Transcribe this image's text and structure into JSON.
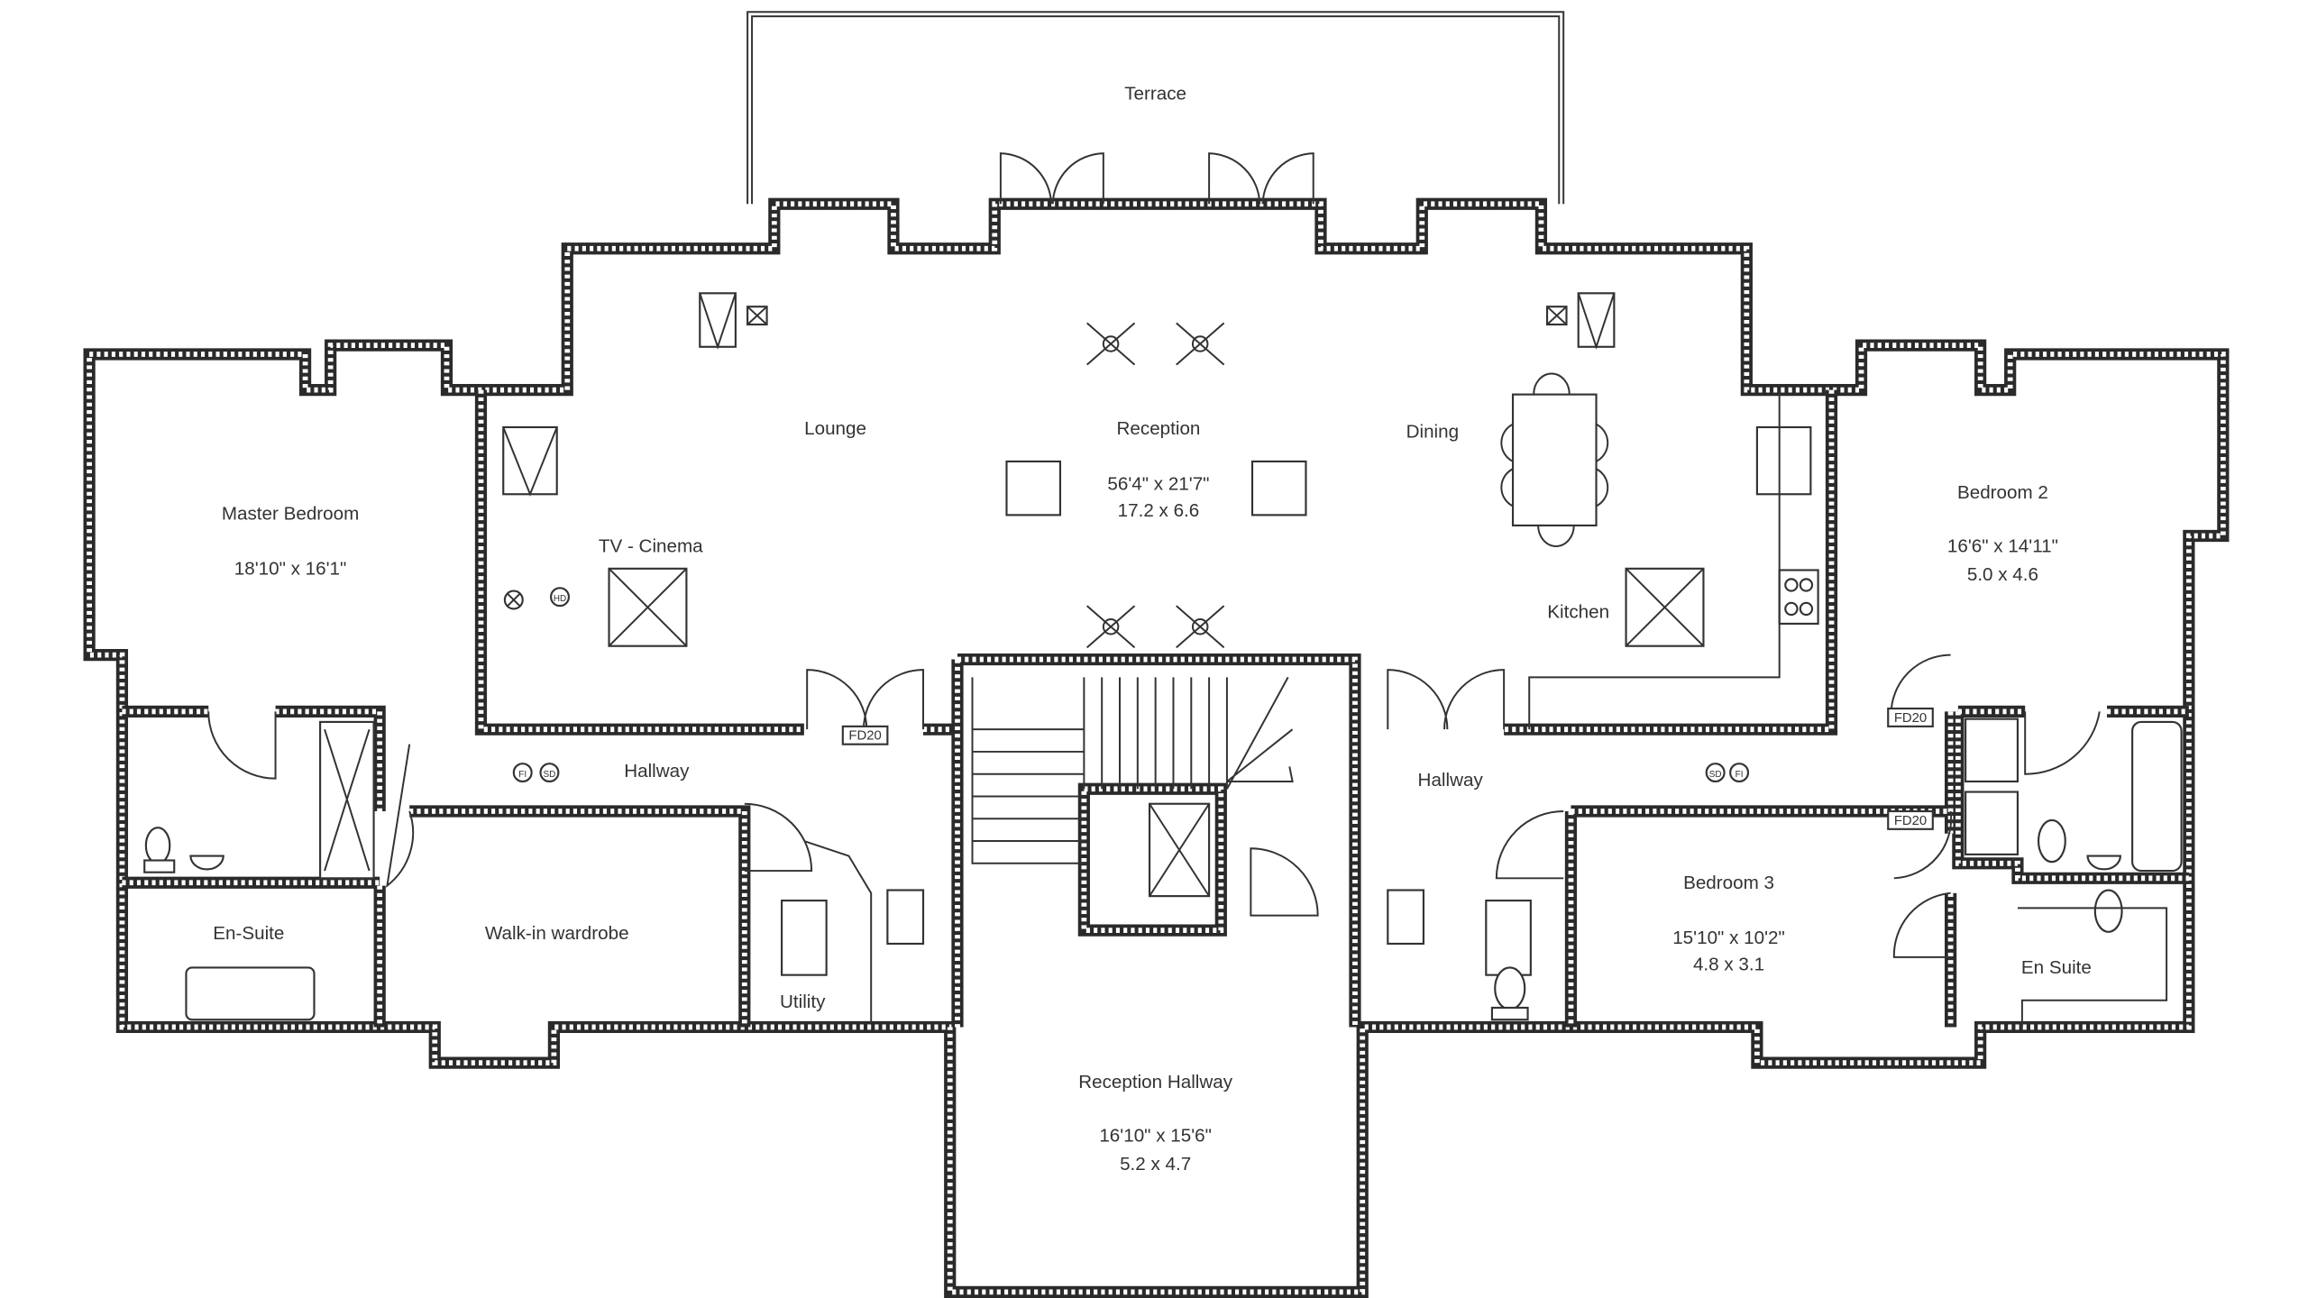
{
  "plan": {
    "rooms": {
      "terrace": {
        "name": "Terrace"
      },
      "lounge": {
        "name": "Lounge"
      },
      "reception": {
        "name": "Reception",
        "dim_imperial": "56'4\" x 21'7\"",
        "dim_metric": "17.2 x 6.6"
      },
      "dining": {
        "name": "Dining"
      },
      "kitchen": {
        "name": "Kitchen"
      },
      "tv_cinema": {
        "name": "TV - Cinema"
      },
      "master_bedroom": {
        "name": "Master Bedroom",
        "dim_imperial": "18'10\" x 16'1\""
      },
      "bedroom2": {
        "name": "Bedroom 2",
        "dim_imperial": "16'6\" x 14'11\"",
        "dim_metric": "5.0 x 4.6"
      },
      "hallway_left": {
        "name": "Hallway"
      },
      "hallway_right": {
        "name": "Hallway"
      },
      "ensuite_left": {
        "name": "En-Suite"
      },
      "walkin": {
        "name": "Walk-in wardrobe"
      },
      "utility": {
        "name": "Utility"
      },
      "reception_hallway": {
        "name": "Reception Hallway",
        "dim_imperial": "16'10\" x 15'6\"",
        "dim_metric": "5.2 x 4.7"
      },
      "bedroom3": {
        "name": "Bedroom 3",
        "dim_imperial": "15'10\" x 10'2\"",
        "dim_metric": "4.8 x 3.1"
      },
      "ensuite_right": {
        "name": "En Suite"
      }
    },
    "tags": {
      "fd": "FD20",
      "sd": "SD",
      "fi": "FI",
      "hd": "HD"
    }
  }
}
